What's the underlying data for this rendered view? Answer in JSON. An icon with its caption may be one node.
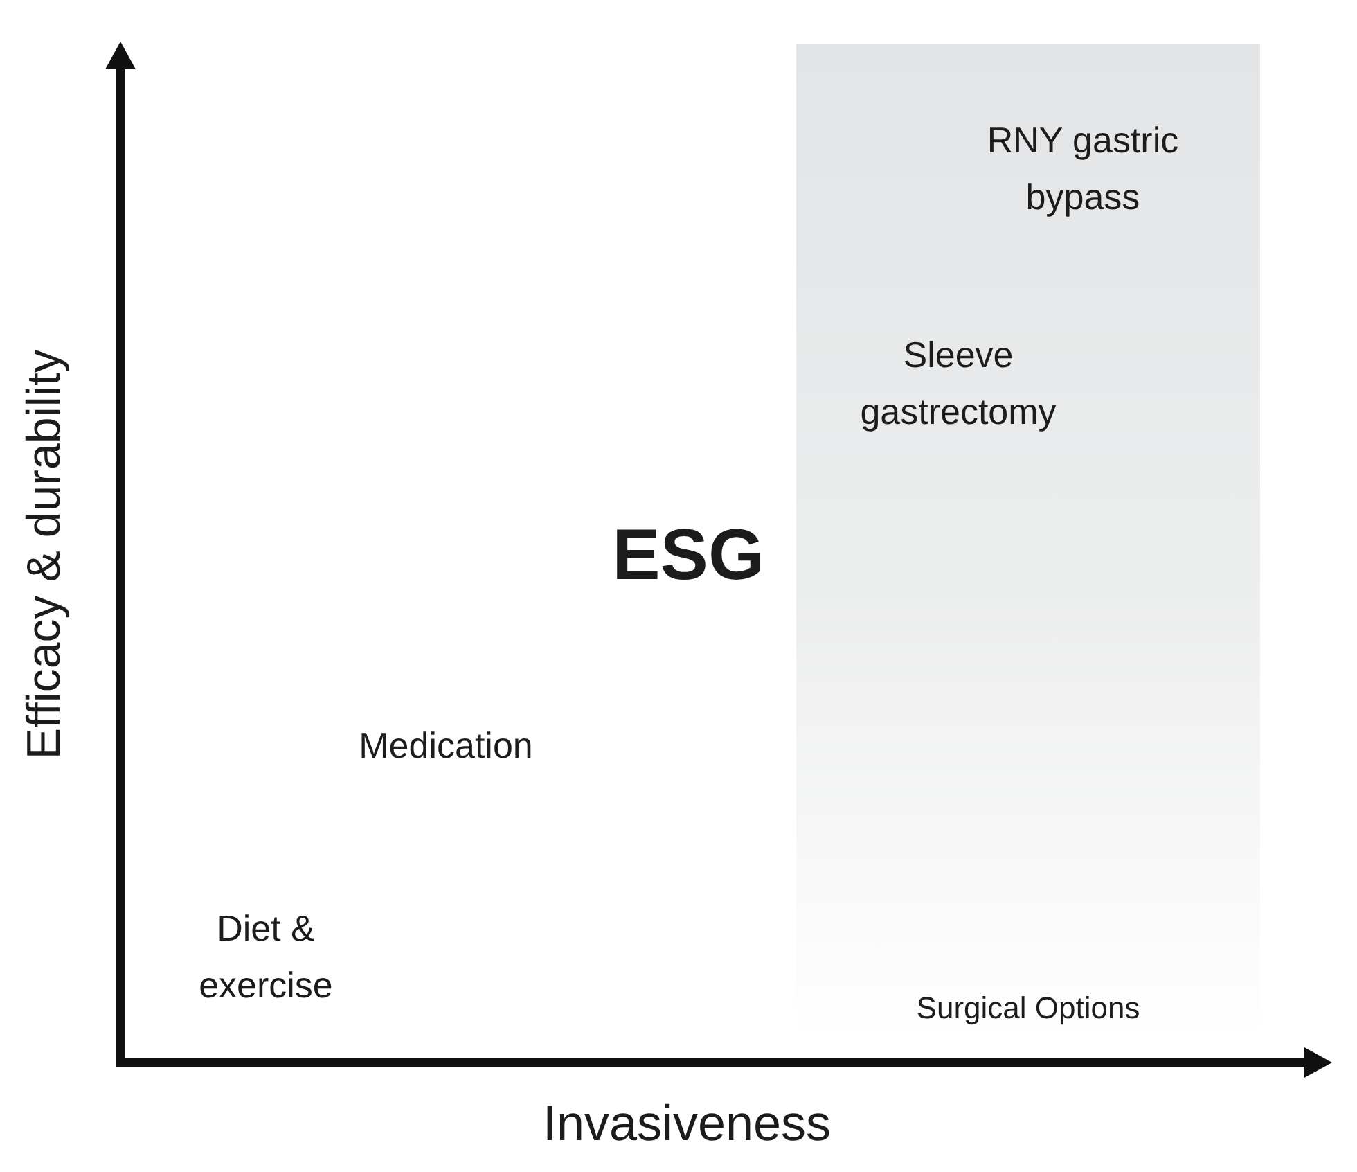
{
  "diagram": {
    "nodes": [
      {
        "text": [
          "Surgical Options"
        ]
      }
    ],
    "edges": [],
    "labels": [
      "RNY gastric bypass",
      "Sleeve gastrectomy",
      "ESG",
      "Medication",
      "Diet & exercise",
      "Efficacy & durability",
      "Invasiveness"
    ]
  }
}
